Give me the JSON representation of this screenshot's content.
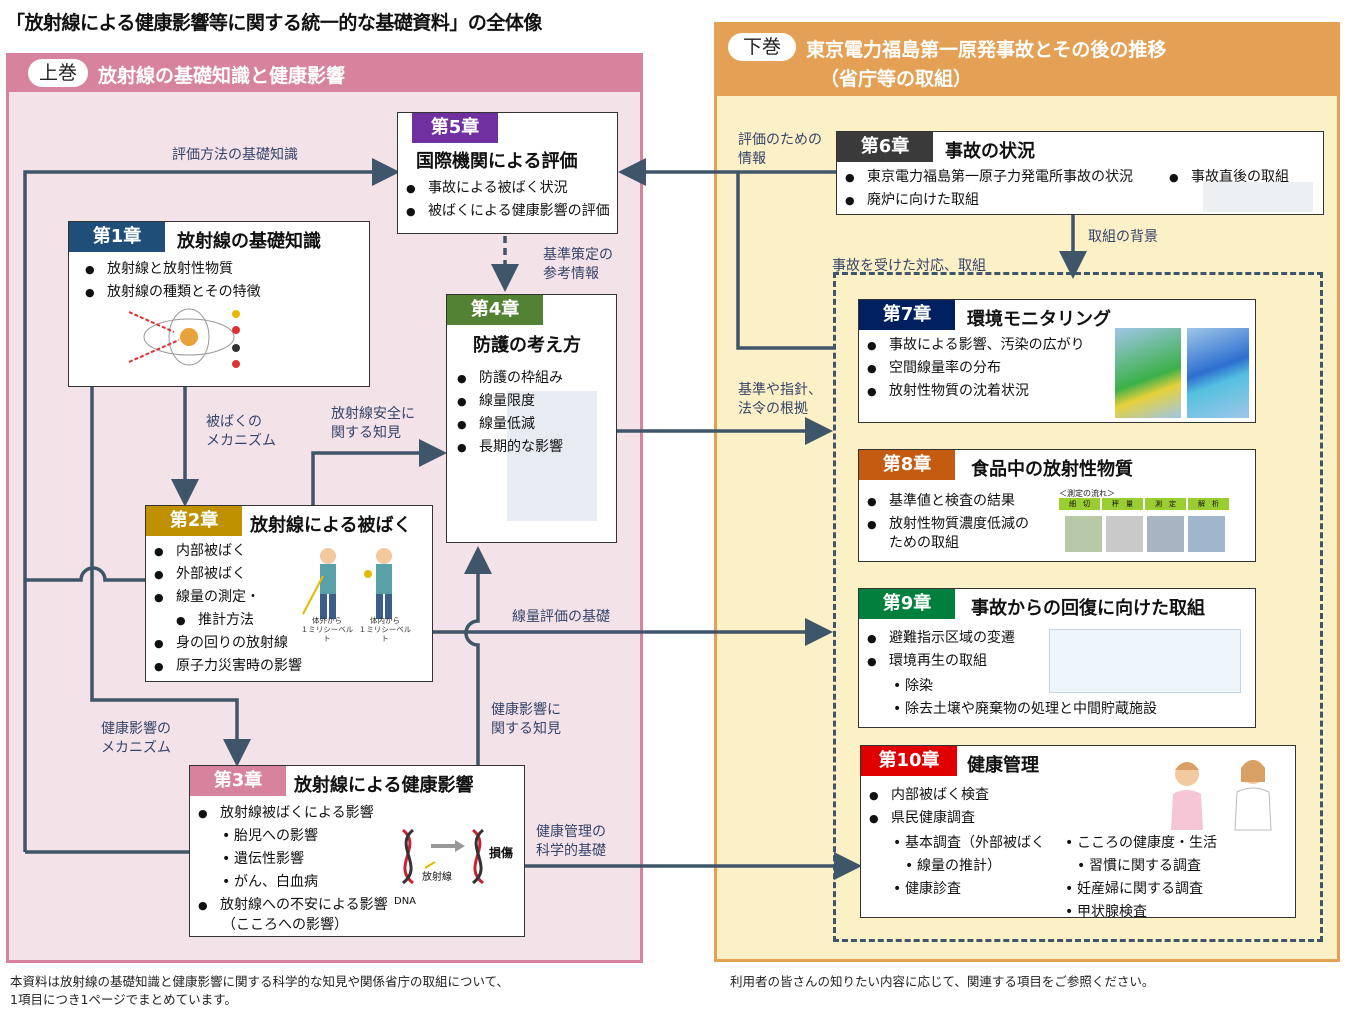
{
  "title": "「放射線による健康影響等に関する統一的な基礎資料」の全体像",
  "vol1": {
    "pill": "上巻",
    "title": "放射線の基礎知識と健康影響"
  },
  "vol2": {
    "pill": "下巻",
    "title_line1": "東京電力福島第一原発事故とその後の推移",
    "title_line2": "（省庁等の取組）"
  },
  "colors": {
    "ch1": "#1f4e79",
    "ch2": "#bf9000",
    "ch3": "#d7839e",
    "ch4": "#548235",
    "ch5": "#7030a0",
    "ch6": "#3a3a3a",
    "ch7": "#002060",
    "ch8": "#c55a11",
    "ch9": "#00803c",
    "ch10": "#e00000"
  },
  "chapters": {
    "ch1": {
      "num": "第1章",
      "title": "放射線の基礎知識",
      "items": [
        "放射線と放射性物質",
        "放射線の種類とその特徴"
      ]
    },
    "ch2": {
      "num": "第2章",
      "title": "放射線による被ばく",
      "items": [
        "内部被ばく",
        "外部被ばく",
        "線量の測定・",
        "推計方法",
        "身の回りの放射線",
        "原子力災害時の影響"
      ],
      "fig_caption1": "体外から\n１ミリシーベルト",
      "fig_caption2": "体内から\n１ミリシーベルト"
    },
    "ch3": {
      "num": "第3章",
      "title": "放射線による健康影響",
      "item1": "放射線被ばくによる影響",
      "subs": [
        "胎児への影響",
        "遺伝性影響",
        "がん、白血病"
      ],
      "item2": "放射線への不安による影響",
      "item2_sub": "（こころへの影響）",
      "dna_label": "DNA",
      "rad_label": "放射線",
      "damage_label": "損傷"
    },
    "ch4": {
      "num": "第4章",
      "title": "防護の考え方",
      "items": [
        "防護の枠組み",
        "線量限度",
        "線量低減",
        "長期的な影響"
      ]
    },
    "ch5": {
      "num": "第5章",
      "title": "国際機関による評価",
      "items": [
        "事故による被ばく状況",
        "被ばくによる健康影響の評価"
      ]
    },
    "ch6": {
      "num": "第6章",
      "title": "事故の状況",
      "item1": "東京電力福島第一原子力発電所事故の状況",
      "item2": "事故直後の取組",
      "item3": "廃炉に向けた取組"
    },
    "ch7": {
      "num": "第7章",
      "title": "環境モニタリング",
      "items": [
        "事故による影響、汚染の広がり",
        "空間線量率の分布",
        "放射性物質の沈着状況"
      ]
    },
    "ch8": {
      "num": "第8章",
      "title": "食品中の放射性物質",
      "item1": "基準値と検査の結果",
      "item2a": "放射性物質濃度低減の",
      "item2b": "ための取組",
      "flow_label": "＜測定の流れ＞",
      "steps": [
        "細　切",
        "秤　量",
        "測　定",
        "解　析"
      ]
    },
    "ch9": {
      "num": "第9章",
      "title": "事故からの回復に向けた取組",
      "items": [
        "避難指示区域の変遷",
        "環境再生の取組"
      ],
      "subs": [
        "除染",
        "除去土壌や廃棄物の処理と中間貯蔵施設"
      ]
    },
    "ch10": {
      "num": "第10章",
      "title": "健康管理",
      "items": [
        "内部被ばく検査",
        "県民健康調査"
      ],
      "subs_left": [
        "基本調査（外部被ばく",
        "線量の推計）",
        "健康診査"
      ],
      "subs_right": [
        "こころの健康度・生活",
        "習慣に関する調査",
        "妊産婦に関する調査",
        "甲状腺検査"
      ]
    }
  },
  "labels": {
    "eval_basics": "評価方法の基礎知識",
    "standard_ref_1": "基準策定の",
    "standard_ref_2": "参考情報",
    "exposure_mech_1": "被ばくの",
    "exposure_mech_2": "メカニズム",
    "safety_1": "放射線安全に",
    "safety_2": "関する知見",
    "health_mech_1": "健康影響の",
    "health_mech_2": "メカニズム",
    "health_know_1": "健康影響に",
    "health_know_2": "関する知見",
    "eval_info_1": "評価のための",
    "eval_info_2": "情報",
    "background": "取組の背景",
    "response": "事故を受けた対応、取組",
    "legal_1": "基準や指針、",
    "legal_2": "法令の根拠",
    "dose_eval": "線量評価の基礎",
    "health_mgmt_1": "健康管理の",
    "health_mgmt_2": "科学的基礎"
  },
  "footer": {
    "left_1": "本資料は放射線の基礎知識と健康影響に関する科学的な知見や関係省庁の取組について、",
    "left_2": "1項目につき1ページでまとめています。",
    "right": "利用者の皆さんの知りたい内容に応じて、関連する項目をご参照ください。"
  }
}
